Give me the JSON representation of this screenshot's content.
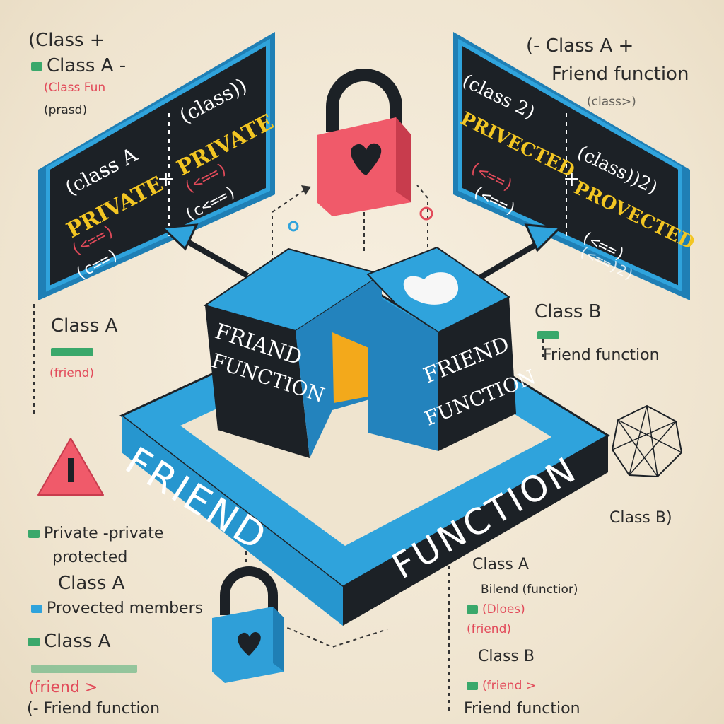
{
  "banner": {
    "word1": "FRIEND",
    "word2": "FUNCTION"
  },
  "cube_left": {
    "line1": "FRIAND",
    "line2": "FUNCTION"
  },
  "cube_right": {
    "line1": "FRIEND",
    "line2": "FUNCTION"
  },
  "panel_left": {
    "col1_head": "(class A",
    "col1_key": "PRIVATE",
    "col1_sep": "+",
    "col1_sym": "(<==)",
    "col1_sym2": "(c==)",
    "col2_head": "(class))",
    "col2_key": "PRIVATE",
    "col2_sym": "(<==)",
    "col2_sym2": "(c<==)"
  },
  "panel_right": {
    "col1_head": "(class 2)",
    "col1_key": "PRIVECTED",
    "col1_sep": "+",
    "col1_sym": "(<==)",
    "col1_sym2": "(<==)",
    "col2_head": "(class))2)",
    "col2_key": "PROVECTED",
    "col2_sym": "(<==)",
    "col2_sym2": "(<==)2)"
  },
  "annotations": {
    "top_left_1": "(Class +",
    "top_left_2": "Class A -",
    "top_left_3": "(Class Fun",
    "top_left_4": "(prasd)",
    "top_right_1": "(- Class A +",
    "top_right_2": "Friend function",
    "top_right_3": "(class>)",
    "mid_left_1": "Class A",
    "mid_left_2": "(friend)",
    "mid_right_1": "Class B",
    "mid_right_2": "Friend function",
    "right_class_b": "Class B)",
    "bottom_left_1": "Private -private",
    "bottom_left_2": "protected",
    "bottom_left_3": "Class A",
    "bottom_left_4": "Provected members",
    "bottom_left_5": "Class A",
    "bottom_left_6": "(friend >",
    "bottom_left_7": "(- Friend function",
    "bottom_right_1": "Class A",
    "bottom_right_2": "Bilend (functior)",
    "bottom_right_3": "(Dloes)",
    "bottom_right_4": "(friend)",
    "bottom_right_5": "Class B",
    "bottom_right_6": "(friend >",
    "bottom_right_7": "Friend function"
  },
  "colors": {
    "blue": "#2fa3dc",
    "blue_dark": "#1f7fb5",
    "panel_bg": "#1c2126",
    "yellow": "#f3c623",
    "red": "#e24b5a",
    "lock_red": "#f05a6a",
    "lock_blue": "#2f9fd8"
  }
}
